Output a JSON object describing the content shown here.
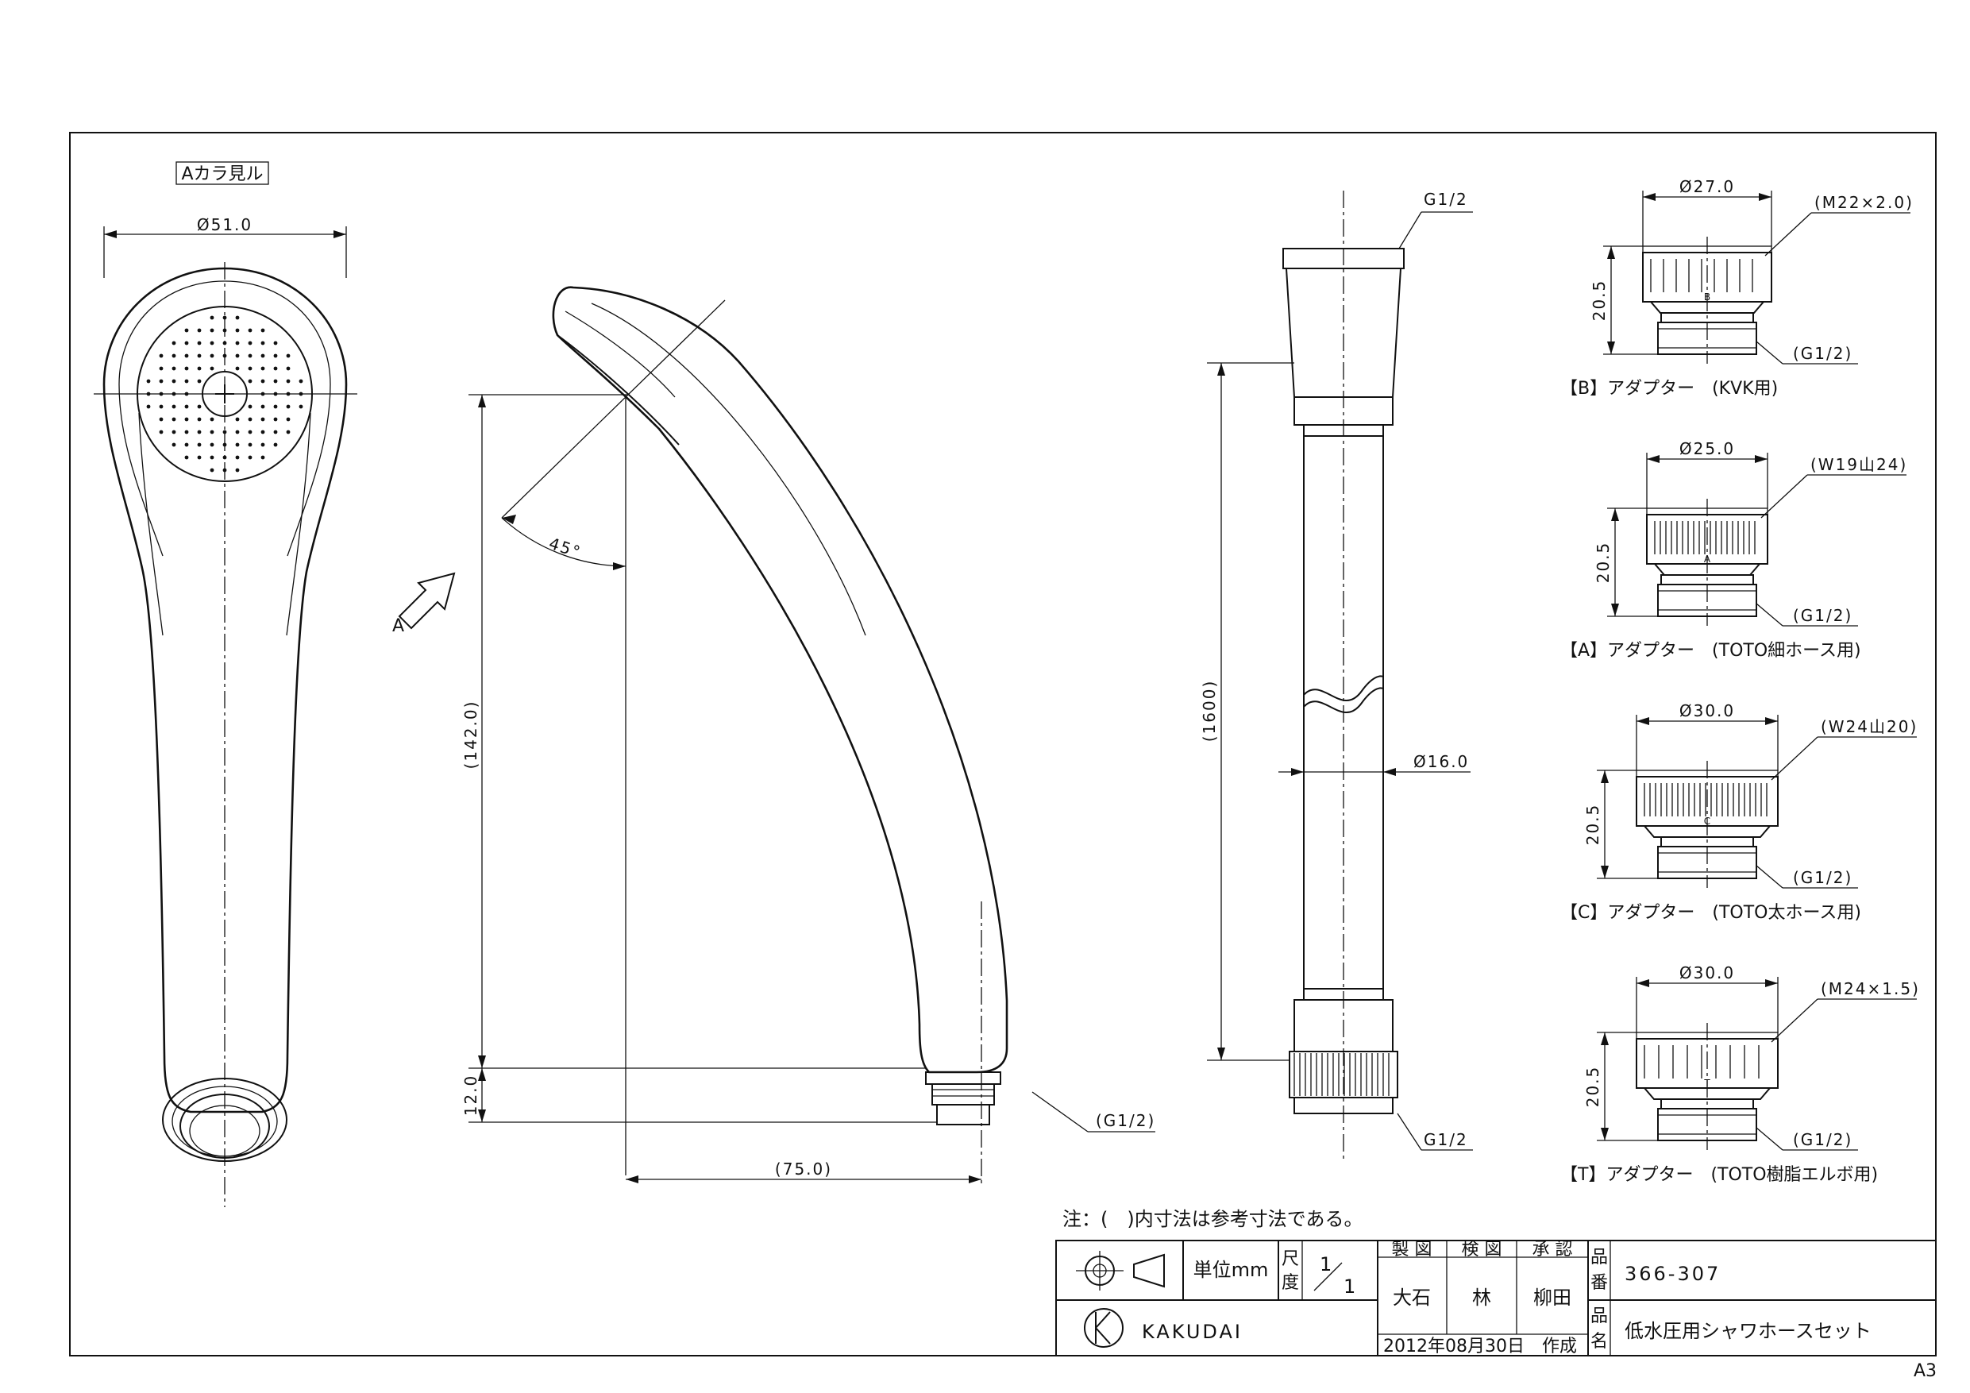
{
  "view_label": "Aカラ見ル",
  "front": {
    "diameter": "Ø51.0"
  },
  "side": {
    "arrow_label": "A",
    "angle": "45°",
    "height": "(142.0)",
    "neck": "12.0",
    "reach": "(75.0)",
    "thread": "(G1/2)"
  },
  "hose": {
    "top_thread": "G1/2",
    "bottom_thread": "G1/2",
    "length": "(1600)",
    "diameter": "Ø16.0"
  },
  "adapters": [
    {
      "dia": "Ø27.0",
      "thread": "(M22×2.0)",
      "height": "20.5",
      "inlet": "(G1/2)",
      "mark": "B",
      "caption": "【B】アダプター　(KVK用)"
    },
    {
      "dia": "Ø25.0",
      "thread": "(W19山24)",
      "height": "20.5",
      "inlet": "(G1/2)",
      "mark": "A",
      "caption": "【A】アダプター　(TOTO細ホース用)"
    },
    {
      "dia": "Ø30.0",
      "thread": "(W24山20)",
      "height": "20.5",
      "inlet": "(G1/2)",
      "mark": "C",
      "caption": "【C】アダプター　(TOTO太ホース用)"
    },
    {
      "dia": "Ø30.0",
      "thread": "(M24×1.5)",
      "height": "20.5",
      "inlet": "(G1/2)",
      "mark": "T",
      "caption": "【T】アダプター　(TOTO樹脂エルボ用)"
    }
  ],
  "note": "注：(　)内寸法は参考寸法である。",
  "title_block": {
    "unit": "単位mm",
    "scale_label_1": "尺",
    "scale_label_2": "度",
    "scale_num": "1",
    "scale_den": "1",
    "drawn_h": "製 図",
    "checked_h": "検 図",
    "approved_h": "承 認",
    "drawn": "大石",
    "checked": "林",
    "approved": "柳田",
    "date": "2012年08月30日",
    "created": "作成",
    "pn_label_1": "品",
    "pn_label_2": "番",
    "pname_label_1": "品",
    "pname_label_2": "名",
    "part_no": "366-307",
    "part_name": "低水圧用シャワホースセット",
    "logo": "KAKUDAI"
  },
  "sheet_size": "A3"
}
